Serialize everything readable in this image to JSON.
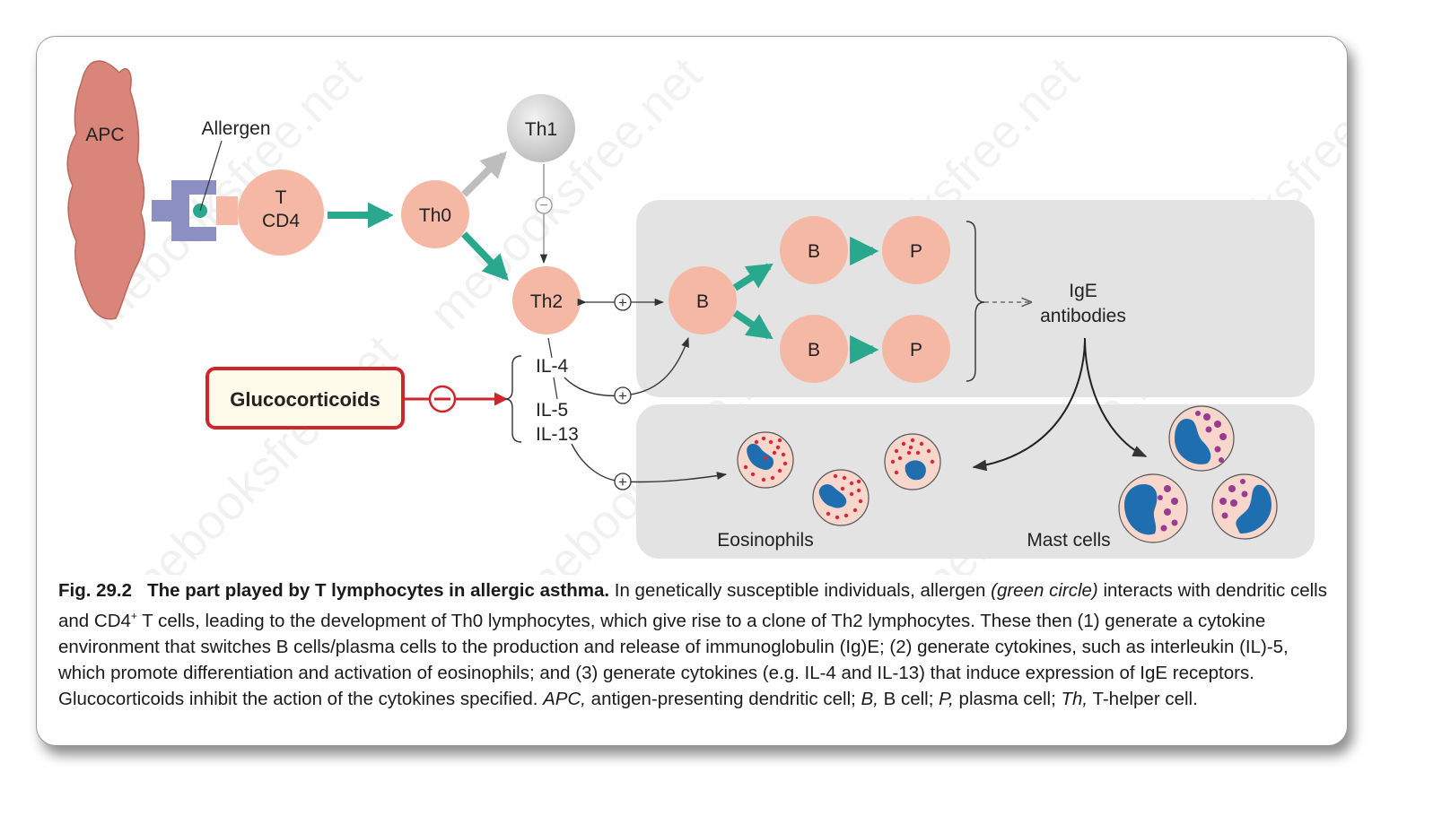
{
  "diagram": {
    "labels": {
      "apc": "APC",
      "allergen": "Allergen",
      "t_cd4_line1": "T",
      "t_cd4_line2": "CD4",
      "th0": "Th0",
      "th1": "Th1",
      "th2": "Th2",
      "b_cell": "B",
      "plasma_cell": "P",
      "ige_line1": "IgE",
      "ige_line2": "antibodies",
      "glucocorticoids": "Glucocorticoids",
      "il4": "IL-4",
      "il5": "IL-5",
      "il13": "IL-13",
      "eosinophils": "Eosinophils",
      "mast_cells": "Mast cells"
    },
    "symbols": {
      "plus": "+",
      "minus": "−"
    },
    "watermark": "mebooksfree.net",
    "colors": {
      "cell_pink": "#f4b8a4",
      "apc_red": "#d9857a",
      "arrow_green": "#2aa88e",
      "th1_gray": "#c8c8c8",
      "panel_gray": "#e3e3e3",
      "gluco_red": "#d0252a",
      "eosin_blue": "#1f6fb0",
      "granule_red": "#d9283a",
      "mast_purple": "#9a3a92"
    }
  },
  "caption": {
    "fig_number": "Fig. 29.2",
    "title": "The part played by T lymphocytes in allergic asthma.",
    "text_1": " In genetically susceptible individuals, allergen ",
    "italic_1": "(green circle)",
    "text_2": " interacts with dendritic cells and CD4",
    "sup_1": "+",
    "text_3": " T cells, leading to the development of Th0 lymphocytes, which give rise to a clone of Th2 lymphocytes. These then (1) generate a cytokine environment that switches B cells/plasma cells to the production and release of immunoglobulin (Ig)E; (2) generate cytokines, such as interleukin (IL)-5, which promote differentiation and activation of eosinophils; and (3) generate cytokines (e.g. IL-4 and IL-13) that induce expression of IgE receptors. Glucocorticoids inhibit the action of the cytokines specified. ",
    "italic_apc": "APC,",
    "text_4": " antigen-presenting dendritic cell; ",
    "italic_b": "B,",
    "text_5": " B cell; ",
    "italic_p": "P,",
    "text_6": " plasma cell; ",
    "italic_th": "Th,",
    "text_7": " T-helper cell."
  }
}
